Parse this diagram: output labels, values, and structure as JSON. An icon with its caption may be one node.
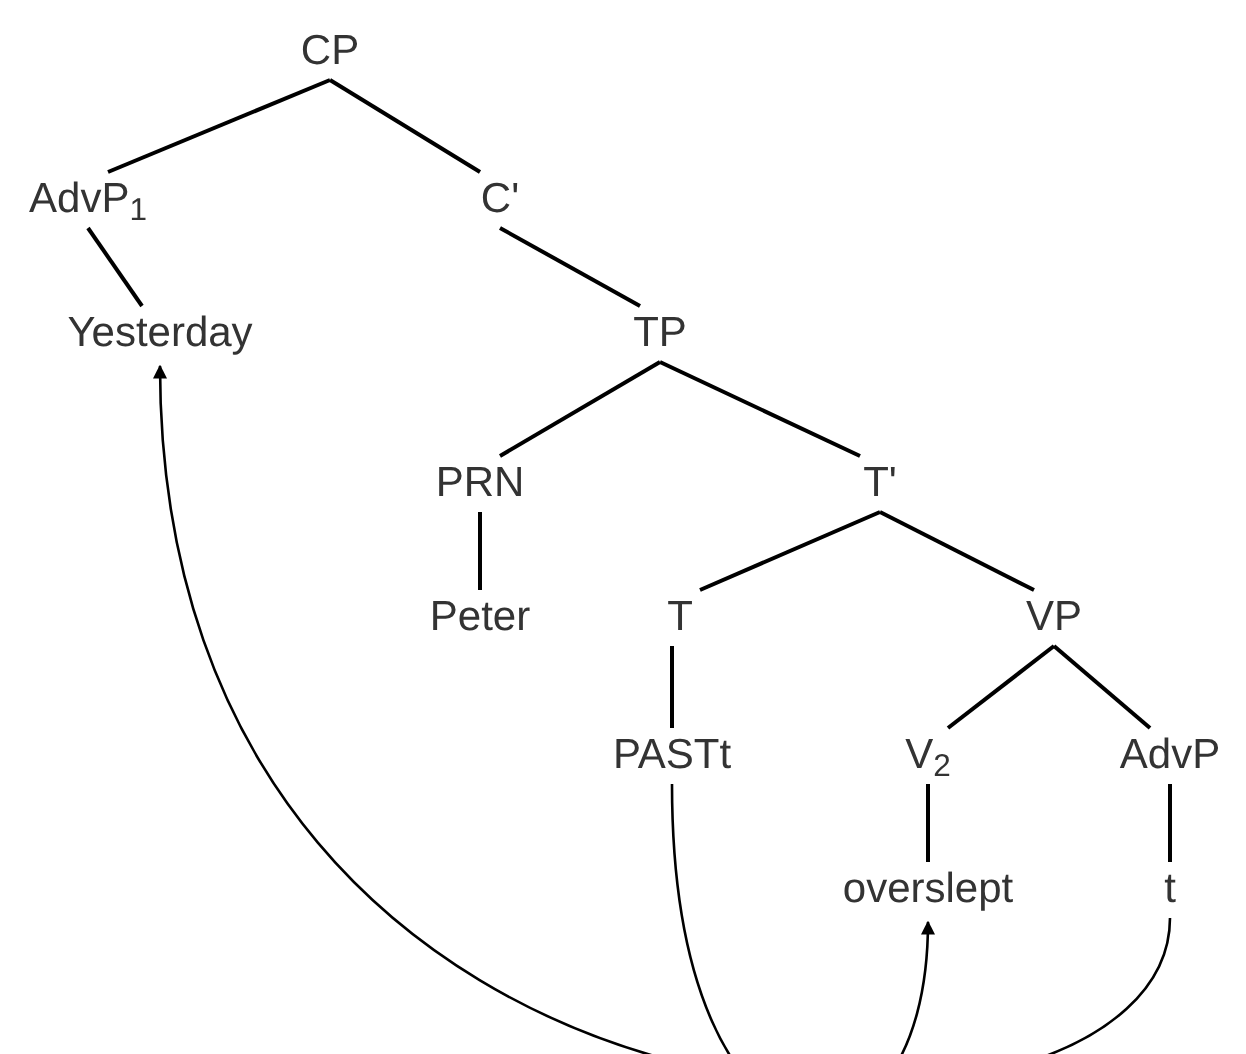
{
  "diagram": {
    "nodes": [
      {
        "text": [
          "CP"
        ]
      },
      {
        "text": [
          "AdvP$_{1}$"
        ]
      },
      {
        "text": [
          "C'"
        ]
      },
      {
        "text": [
          "Yesterday"
        ]
      },
      {
        "text": [
          "TP"
        ]
      },
      {
        "text": [
          "PRN"
        ]
      },
      {
        "text": [
          "T'"
        ]
      },
      {
        "text": [
          "Peter"
        ]
      },
      {
        "text": [
          "T"
        ]
      },
      {
        "text": [
          "VP"
        ]
      },
      {
        "text": [
          "PASTt"
        ]
      },
      {
        "text": [
          "V$_{2}$"
        ]
      },
      {
        "text": [
          "AdvP"
        ]
      },
      {
        "text": [
          "overslept"
        ]
      },
      {
        "text": [
          "t"
        ]
      }
    ],
    "edges": [
      {
        "from": 0,
        "to": 1,
        "arrow": "none"
      },
      {
        "from": 0,
        "to": 2,
        "arrow": "none"
      },
      {
        "from": 1,
        "to": 3,
        "arrow": "none"
      },
      {
        "from": 2,
        "to": 4,
        "arrow": "none"
      },
      {
        "from": 4,
        "to": 5,
        "arrow": "none"
      },
      {
        "from": 4,
        "to": 6,
        "arrow": "none"
      },
      {
        "from": 5,
        "to": 7,
        "arrow": "none"
      },
      {
        "from": 6,
        "to": 8,
        "arrow": "none"
      },
      {
        "from": 6,
        "to": 9,
        "arrow": "none"
      },
      {
        "from": 8,
        "to": 10,
        "arrow": "none"
      },
      {
        "from": 9,
        "to": 11,
        "arrow": "none"
      },
      {
        "from": 9,
        "to": 12,
        "arrow": "none"
      },
      {
        "from": 11,
        "to": 13,
        "arrow": "none"
      },
      {
        "from": 12,
        "to": 14,
        "arrow": "none"
      },
      {
        "from": 14,
        "to": 3,
        "arrow": "to"
      },
      {
        "from": 10,
        "to": 13,
        "arrow": "to"
      }
    ]
  }
}
